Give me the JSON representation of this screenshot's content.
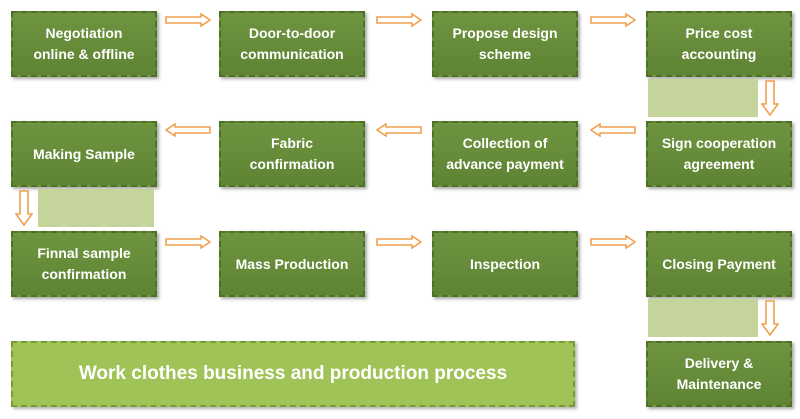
{
  "steps": [
    {
      "id": "negotiation",
      "label": "Negotiation\nonline & offline"
    },
    {
      "id": "door-to-door",
      "label": "Door-to-door\ncommunication"
    },
    {
      "id": "propose-design",
      "label": "Propose design\nscheme"
    },
    {
      "id": "price-cost",
      "label": "Price cost\naccounting"
    },
    {
      "id": "sign-cooperation",
      "label": "Sign cooperation\nagreement"
    },
    {
      "id": "advance-payment",
      "label": "Collection of\nadvance payment"
    },
    {
      "id": "fabric-confirmation",
      "label": "Fabric\nconfirmation"
    },
    {
      "id": "making-sample",
      "label": "Making Sample"
    },
    {
      "id": "final-sample",
      "label": "Finnal sample\nconfirmation"
    },
    {
      "id": "mass-production",
      "label": "Mass Production"
    },
    {
      "id": "inspection",
      "label": "Inspection"
    },
    {
      "id": "closing-payment",
      "label": "Closing Payment"
    },
    {
      "id": "delivery",
      "label": "Delivery &\nMaintenance"
    }
  ],
  "title": "Work clothes business and production process",
  "colors": {
    "box": "#5e8434",
    "title_box": "#a0c357",
    "band": "#c5d49b",
    "arrow": "#f0a050",
    "text": "#ffffff"
  }
}
